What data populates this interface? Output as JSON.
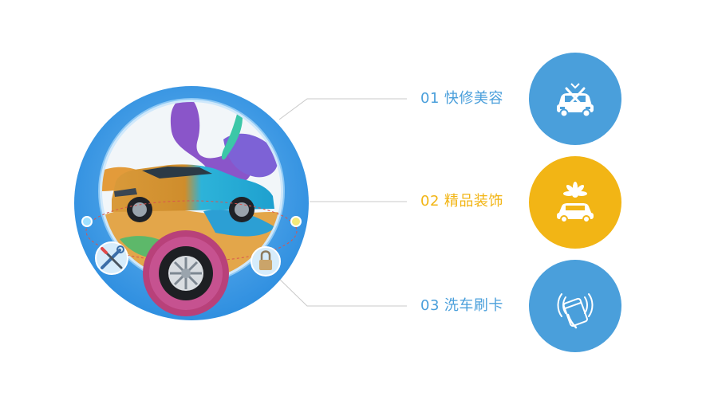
{
  "features": [
    {
      "number": "01",
      "title": "快修美容",
      "color": "#4a9fdb",
      "icon": "car-repair-icon"
    },
    {
      "number": "02",
      "title": "精品装饰",
      "color": "#f2b515",
      "icon": "car-decoration-icon"
    },
    {
      "number": "03",
      "title": "洗车刷卡",
      "color": "#4a9fdb",
      "icon": "card-swipe-icon"
    }
  ],
  "colors": {
    "ring_blue": "#3f9be6",
    "inner_light": "#cfe8fb",
    "tire_ring": "#b8417a",
    "connector_line": "#c9c9c9",
    "dot_yellow": "#f3e97a",
    "dot_cyan": "#9fe0ff"
  },
  "hero": {
    "icons": [
      "wrench-screwdriver-icon",
      "tire-icon",
      "padlock-icon"
    ]
  }
}
